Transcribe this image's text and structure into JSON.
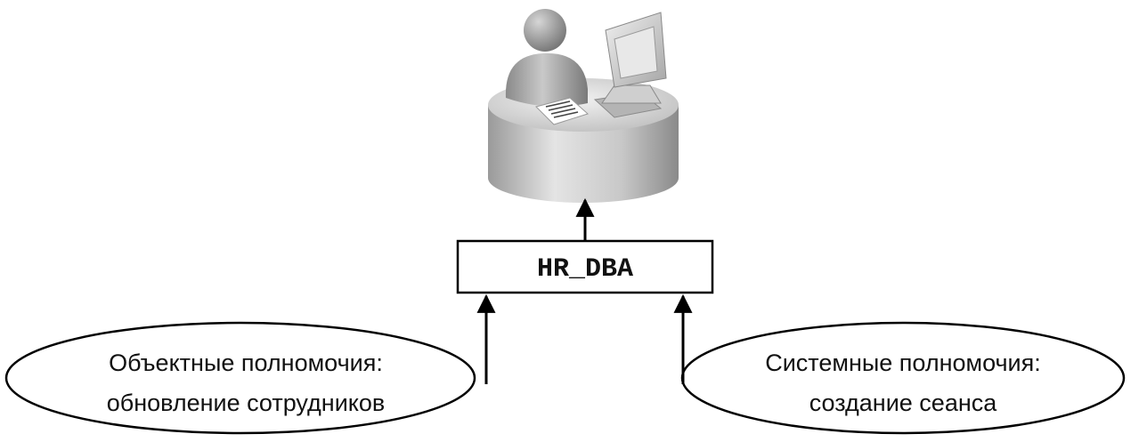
{
  "role": {
    "name": "HR_DBA"
  },
  "object_privileges": {
    "line1": "Объектные полномочия:",
    "line2": "обновление сотрудников"
  },
  "system_privileges": {
    "line1": "Системные полномочия:",
    "line2": "создание сеанса"
  },
  "icons": {
    "user": "user-at-workstation-icon"
  },
  "colors": {
    "stroke": "#000000",
    "background": "#ffffff"
  }
}
